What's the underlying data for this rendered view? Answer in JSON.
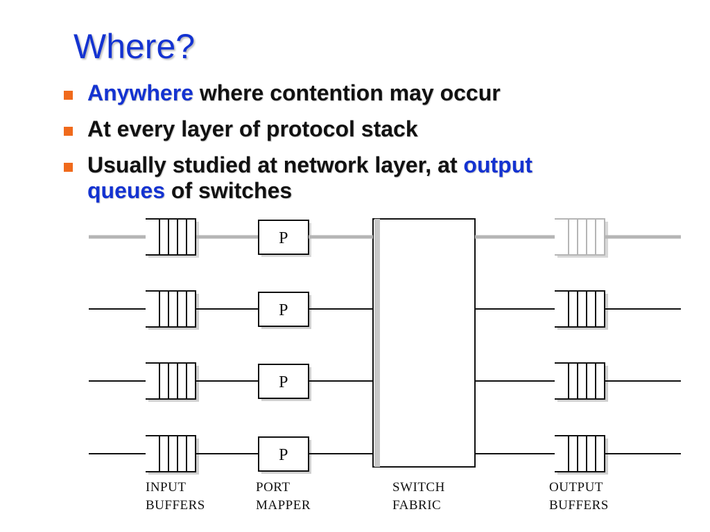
{
  "title": "Where?",
  "bullets": [
    {
      "highlight": "Anywhere",
      "text": " where contention may occur"
    },
    {
      "text": "At every layer of protocol stack"
    },
    {
      "text": "Usually studied at network layer, at ",
      "highlight": "output",
      "text2": "queues",
      "text3": " of switches"
    }
  ],
  "diagram": {
    "port_label": "P",
    "labels": {
      "input_buffers": [
        "INPUT",
        "BUFFERS"
      ],
      "port_mapper": [
        "PORT",
        "MAPPER"
      ],
      "switch_fabric": [
        "SWITCH",
        "FABRIC"
      ],
      "output_buffers": [
        "OUTPUT",
        "BUFFERS"
      ]
    },
    "rows": 4
  },
  "colors": {
    "title": "#1433d1",
    "highlight": "#1433d1",
    "bullet_marker": "#f06a1c",
    "first_line": "#b5b5b5",
    "line": "#111111"
  }
}
